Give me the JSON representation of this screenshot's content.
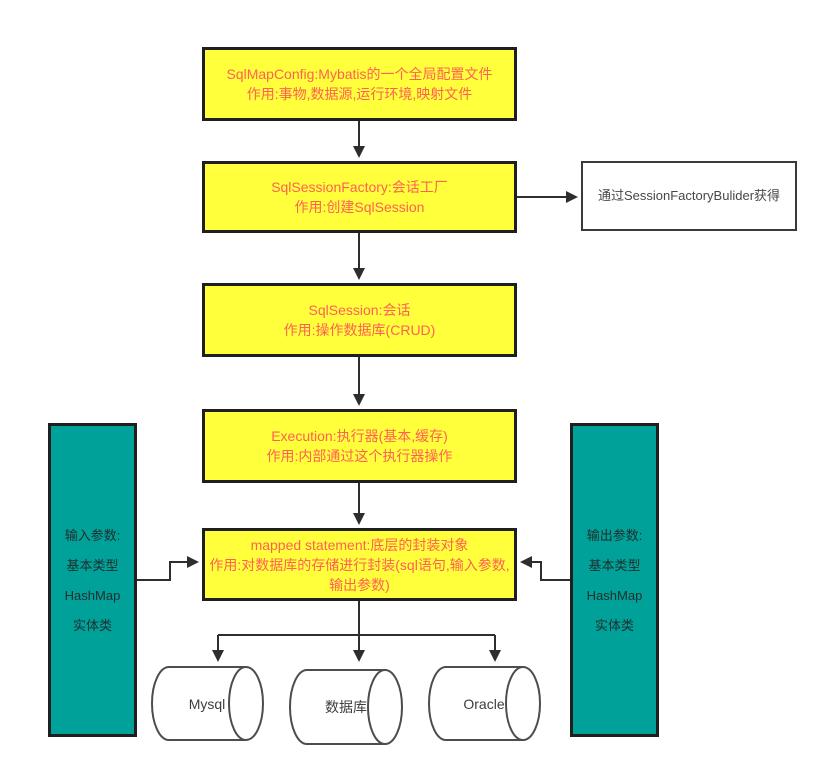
{
  "diagram": {
    "title_hint": "Mybatis flow diagram",
    "flow_boxes": [
      {
        "id": "sqlmapconfig",
        "line1": "SqlMapConfig:Mybatis的一个全局配置文件",
        "line2": "作用:事物,数据源,运行环境,映射文件"
      },
      {
        "id": "sqlsessionfactory",
        "line1": "SqlSessionFactory:会话工厂",
        "line2": "作用:创建SqlSession"
      },
      {
        "id": "sqlsession",
        "line1": "SqlSession:会话",
        "line2": "作用:操作数据库(CRUD)"
      },
      {
        "id": "execution",
        "line1": "Execution:执行器(基本,缓存)",
        "line2": "作用:内部通过这个执行器操作"
      },
      {
        "id": "mapped-statement",
        "line1": "mapped statement:底层的封装对象",
        "line2": "作用:对数据库的存储进行封装(sql语句,输入参数,输出参数)"
      }
    ],
    "side_note": {
      "text": "通过SessionFactoryBulider获得"
    },
    "input_panel": {
      "lines": [
        "输入参数:",
        "基本类型",
        "HashMap",
        "实体类"
      ]
    },
    "output_panel": {
      "lines": [
        "输出参数:",
        "基本类型",
        "HashMap",
        "实体类"
      ]
    },
    "databases": [
      "Mysql",
      "数据库",
      "Oracle"
    ],
    "colors": {
      "node_fill": "#FFFF3B",
      "node_text": "#FF6156",
      "node_border": "#1f1f1f",
      "panel_fill": "#00A199",
      "panel_text": "#1f2d2d",
      "note_border": "#3a3a3a",
      "arrow": "#2e2e2e",
      "cylinder_stroke": "#4d4d4d",
      "background": "#ffffff"
    }
  }
}
